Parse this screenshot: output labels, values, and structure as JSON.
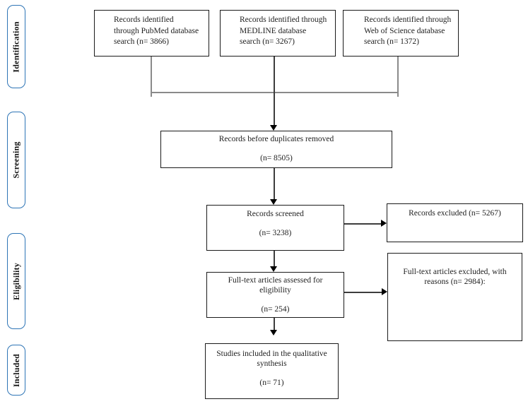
{
  "stages": [
    {
      "label": "Identification"
    },
    {
      "label": "Screening"
    },
    {
      "label": "Eligibility"
    },
    {
      "label": "Included"
    }
  ],
  "boxes": {
    "pubmed": {
      "text": "Records identified\nthrough PubMed database\nsearch (n= 3866)"
    },
    "medline": {
      "text": "Records identified through\nMEDLINE database\nsearch (n= 3267)"
    },
    "web_of_science": {
      "text": "Records identified through\nWeb of Science database\nsearch (n= 1372)"
    },
    "before_duplicates": {
      "text": "Records before duplicates removed\n\n(n= 8505)"
    },
    "screened": {
      "text": "Records screened\n\n(n= 3238)"
    },
    "records_excluded": {
      "text": "Records excluded (n= 5267)"
    },
    "fulltext_assessed": {
      "text": "Full-text articles assessed for\neligibility\n\n(n= 254)"
    },
    "fulltext_excluded": {
      "text": "Full-text articles excluded, with\nreasons (n= 2984):"
    },
    "qualitative_synthesis": {
      "text": "Studies included in the qualitative\nsynthesis\n\n(n= 71)"
    }
  },
  "colors": {
    "stage_border": "#2E75B6",
    "box_border": "#1a1a1a",
    "connector_gray": "#8a8a8a",
    "arrow_black": "#000000"
  }
}
